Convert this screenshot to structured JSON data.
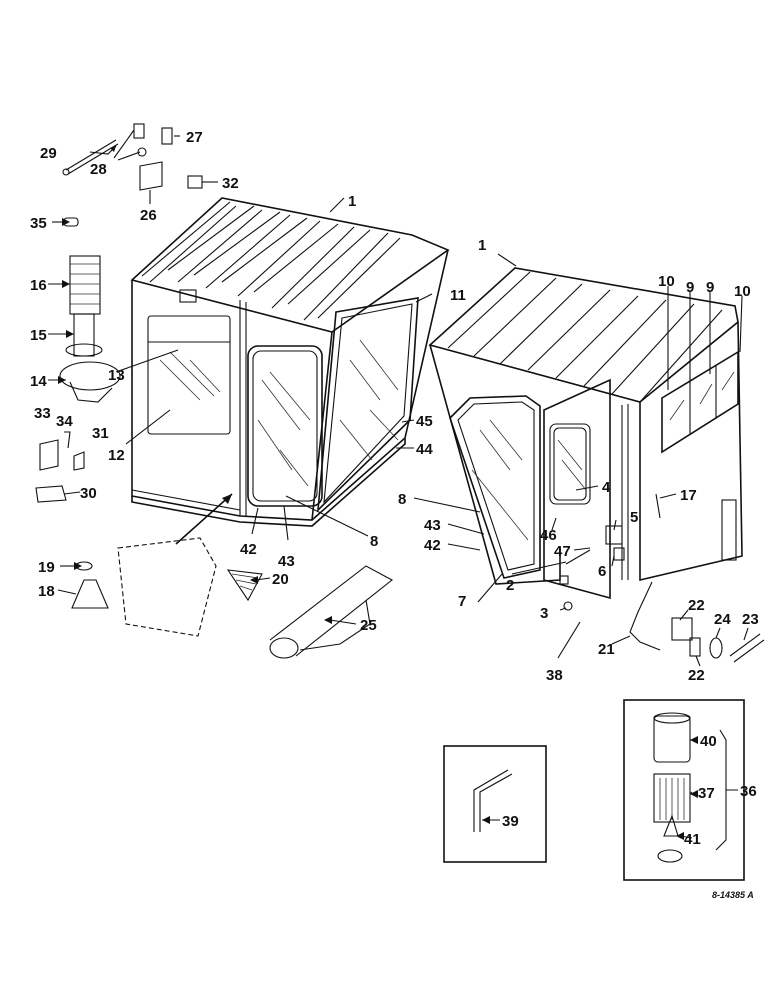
{
  "callouts": {
    "c1a": "1",
    "c1b": "1",
    "c2": "2",
    "c3": "3",
    "c4": "4",
    "c5": "5",
    "c6": "6",
    "c7": "7",
    "c8a": "8",
    "c8b": "8",
    "c9a": "9",
    "c9b": "9",
    "c10a": "10",
    "c10b": "10",
    "c11": "11",
    "c12": "12",
    "c13": "13",
    "c14": "14",
    "c15": "15",
    "c16": "16",
    "c17": "17",
    "c18": "18",
    "c19": "19",
    "c20": "20",
    "c21": "21",
    "c22a": "22",
    "c22b": "22",
    "c23": "23",
    "c24": "24",
    "c25": "25",
    "c26": "26",
    "c27": "27",
    "c28": "28",
    "c29": "29",
    "c30": "30",
    "c31": "31",
    "c32": "32",
    "c33": "33",
    "c34": "34",
    "c35": "35",
    "c36": "36",
    "c37": "37",
    "c38": "38",
    "c39": "39",
    "c40": "40",
    "c41": "41",
    "c42a": "42",
    "c42b": "42",
    "c43a": "43",
    "c43b": "43",
    "c44": "44",
    "c45": "45",
    "c46": "46",
    "c47": "47"
  },
  "drawing_ref": "8-14385 A"
}
